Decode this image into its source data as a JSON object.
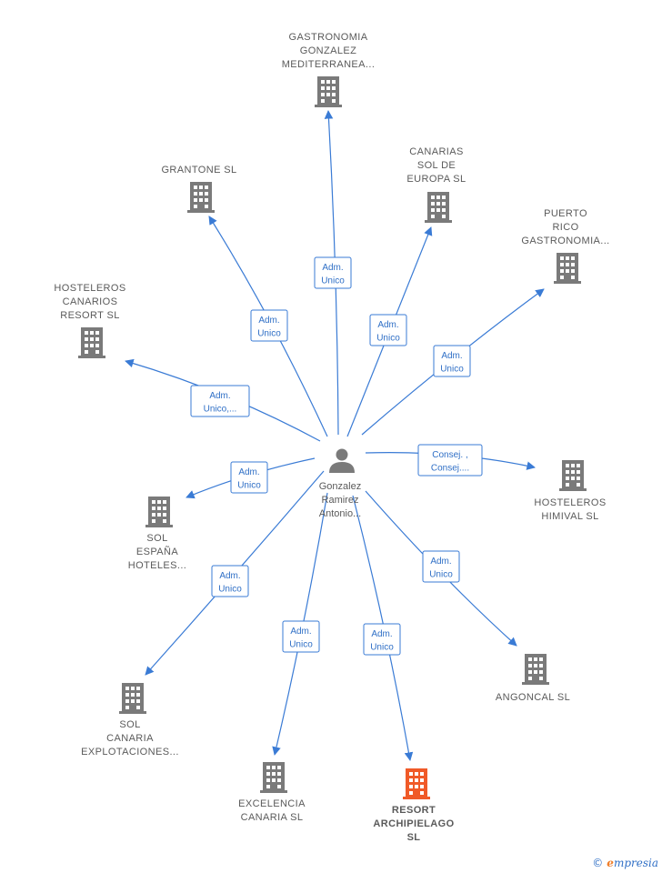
{
  "colors": {
    "edge": "#3a7bd5",
    "building": "#7a7a7a",
    "building_highlight": "#f05a28",
    "person": "#7a7a7a",
    "text": "#5a5a5a"
  },
  "center": {
    "name_lines": [
      "Gonzalez",
      "Ramirez",
      "Antonio..."
    ],
    "icon": "person-icon"
  },
  "companies": [
    {
      "id": "gastronomia",
      "name_lines": [
        "GASTRONOMIA",
        "GONZALEZ",
        "MEDITERRANEA..."
      ],
      "icon": "building-icon",
      "highlight": false
    },
    {
      "id": "grantone",
      "name_lines": [
        "GRANTONE  SL"
      ],
      "icon": "building-icon",
      "highlight": false
    },
    {
      "id": "canarias-sol",
      "name_lines": [
        "CANARIAS",
        "SOL DE",
        "EUROPA  SL"
      ],
      "icon": "building-icon",
      "highlight": false
    },
    {
      "id": "puerto-rico",
      "name_lines": [
        "PUERTO",
        "RICO",
        "GASTRONOMIA..."
      ],
      "icon": "building-icon",
      "highlight": false
    },
    {
      "id": "hosteleros-canarios",
      "name_lines": [
        "HOSTELEROS",
        "CANARIOS",
        "RESORT  SL"
      ],
      "icon": "building-icon",
      "highlight": false
    },
    {
      "id": "hosteleros-himival",
      "name_lines": [
        "HOSTELEROS",
        "HIMIVAL SL"
      ],
      "icon": "building-icon",
      "highlight": false
    },
    {
      "id": "sol-espana",
      "name_lines": [
        "SOL",
        "ESPAÑA",
        "HOTELES..."
      ],
      "icon": "building-icon",
      "highlight": false
    },
    {
      "id": "sol-canaria",
      "name_lines": [
        "SOL",
        "CANARIA",
        "EXPLOTACIONES..."
      ],
      "icon": "building-icon",
      "highlight": false
    },
    {
      "id": "excelencia",
      "name_lines": [
        "EXCELENCIA",
        "CANARIA  SL"
      ],
      "icon": "building-icon",
      "highlight": false
    },
    {
      "id": "resort",
      "name_lines": [
        "RESORT",
        "ARCHIPIELAGO",
        "SL"
      ],
      "icon": "building-icon",
      "highlight": true
    },
    {
      "id": "angoncal",
      "name_lines": [
        "ANGONCAL  SL"
      ],
      "icon": "building-icon",
      "highlight": false
    }
  ],
  "relations": [
    {
      "target": "gastronomia",
      "label_lines": [
        "Adm.",
        "Unico"
      ]
    },
    {
      "target": "grantone",
      "label_lines": [
        "Adm.",
        "Unico"
      ]
    },
    {
      "target": "canarias-sol",
      "label_lines": [
        "Adm.",
        "Unico"
      ]
    },
    {
      "target": "puerto-rico",
      "label_lines": [
        "Adm.",
        "Unico"
      ]
    },
    {
      "target": "hosteleros-canarios",
      "label_lines": [
        "Adm.",
        "Unico,..."
      ]
    },
    {
      "target": "hosteleros-himival",
      "label_lines": [
        "Consej. ,",
        "Consej...."
      ]
    },
    {
      "target": "sol-espana",
      "label_lines": [
        "Adm.",
        "Unico"
      ]
    },
    {
      "target": "sol-canaria",
      "label_lines": [
        "Adm.",
        "Unico"
      ]
    },
    {
      "target": "excelencia",
      "label_lines": [
        "Adm.",
        "Unico"
      ]
    },
    {
      "target": "resort",
      "label_lines": [
        "Adm.",
        "Unico"
      ]
    },
    {
      "target": "angoncal",
      "label_lines": [
        "Adm.",
        "Unico"
      ]
    }
  ],
  "brand": {
    "copyright_symbol": "©",
    "initial": "e",
    "rest": "mpresia"
  }
}
